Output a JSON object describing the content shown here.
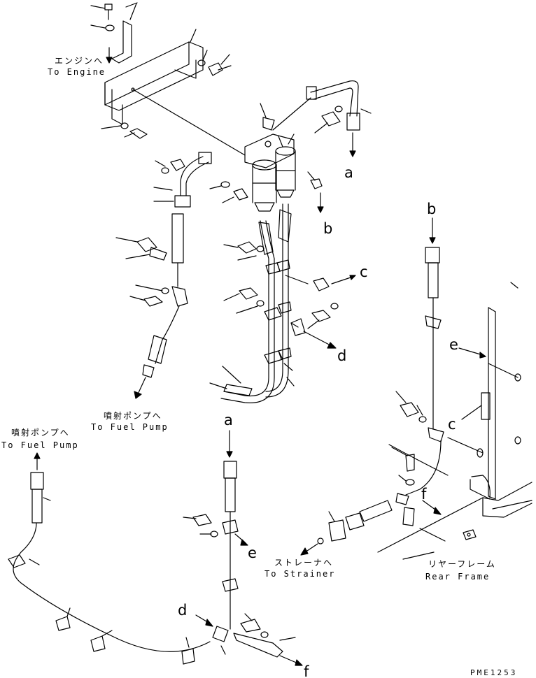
{
  "labels": {
    "to_engine_jp": "エンジンへ",
    "to_engine_en": "To Engine",
    "to_fuel_pump_1_jp": "噴射ポンプへ",
    "to_fuel_pump_1_en": "To Fuel Pump",
    "to_fuel_pump_2_jp": "噴射ポンプへ",
    "to_fuel_pump_2_en": "To Fuel Pump",
    "to_strainer_jp": "ストレーナへ",
    "to_strainer_en": "To Strainer",
    "rear_frame_jp": "リヤーフレーム",
    "rear_frame_en": "Rear Frame",
    "drawing_code": "PME1253"
  },
  "connection_letters": {
    "a_top": "a",
    "b_mid": "b",
    "b_right": "b",
    "c_mid": "c",
    "c_right": "c",
    "d_mid": "d",
    "d_bottom": "d",
    "e_right": "e",
    "e_bottom": "e",
    "f_right": "f",
    "f_bottom": "f",
    "a_bottom": "a"
  },
  "style": {
    "line_color": "#000000",
    "background": "#ffffff"
  }
}
